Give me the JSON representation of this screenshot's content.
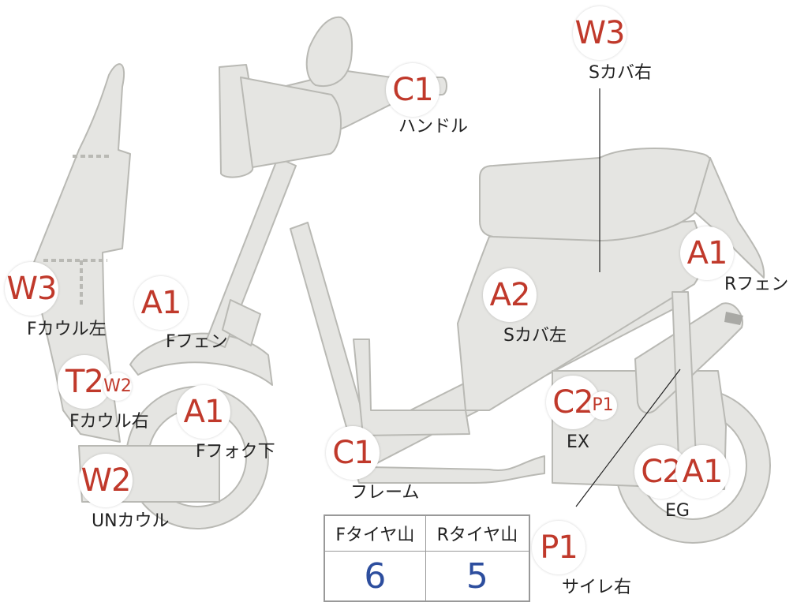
{
  "colors": {
    "body_fill": "#e5e5e2",
    "body_stroke": "#b9b9b4",
    "marker_text": "#c0392b",
    "tire_value": "#2d4e9e"
  },
  "markers": {
    "handle": {
      "code": "C1",
      "label": "ハンドル"
    },
    "s_cover_right": {
      "code": "W3",
      "label": "Sカバ右"
    },
    "f_cowl_left": {
      "code": "W3",
      "label": "Fカウル左"
    },
    "f_fender": {
      "code": "A1",
      "label": "Fフェン"
    },
    "s_cover_left": {
      "code": "A2",
      "label": "Sカバ左"
    },
    "r_fender": {
      "code": "A1",
      "label": "Rフェン"
    },
    "f_cowl_right": {
      "code": "T2",
      "sub": "W2",
      "label": "Fカウル右"
    },
    "f_fork_lower": {
      "code": "A1",
      "label": "Fフォク下"
    },
    "exhaust": {
      "code": "C2",
      "sub": "P1",
      "label": "EX"
    },
    "frame": {
      "code": "C1",
      "label": "フレーム"
    },
    "under_cowl": {
      "code": "W2",
      "label": "UNカウル"
    },
    "engine": {
      "codes": [
        "C2",
        "A1"
      ],
      "label": "EG"
    },
    "muffler_right": {
      "code": "P1",
      "label": "サイレ右"
    }
  },
  "tire_tread": {
    "headers": [
      "Fタイヤ山",
      "Rタイヤ山"
    ],
    "values": [
      "6",
      "5"
    ]
  }
}
